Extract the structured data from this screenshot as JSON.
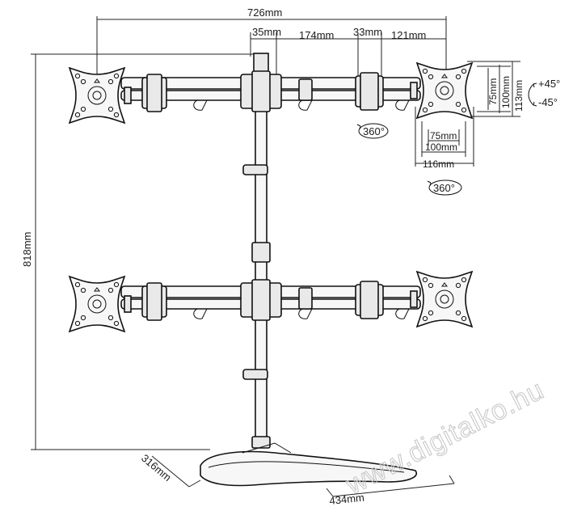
{
  "dimensions": {
    "total_width": "726mm",
    "arm_offset": "35mm",
    "arm_length": "174mm",
    "clamp_width": "33mm",
    "end_length": "121mm",
    "height": "818mm",
    "base_depth": "316mm",
    "base_width": "434mm",
    "vesa_v_75": "75mm",
    "vesa_v_100": "100mm",
    "plate_height": "113mm",
    "vesa_h_75": "75mm",
    "vesa_h_100": "100mm",
    "plate_width": "116mm"
  },
  "rotation": {
    "tilt_up": "+45°",
    "tilt_down": "-45°",
    "rotate_top": "360°",
    "rotate_bottom": "360°"
  },
  "watermark": "www.digitalko.hu"
}
